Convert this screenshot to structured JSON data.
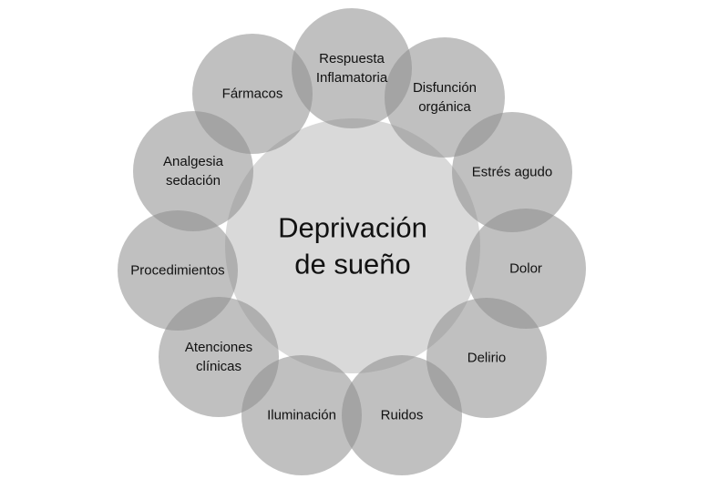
{
  "center": {
    "lines": [
      "Deprivación",
      "de sueño"
    ],
    "fill": "#d9d9d9"
  },
  "outer": {
    "fill": "#8c8c8c",
    "fill_opacity": 0.55,
    "items": [
      {
        "name": "respuesta-inflamatoria",
        "lines": [
          "Respuesta",
          "Inflamatoria"
        ]
      },
      {
        "name": "disfuncion-organica",
        "lines": [
          "Disfunción",
          "orgánica"
        ]
      },
      {
        "name": "estres-agudo",
        "lines": [
          "Estrés agudo"
        ]
      },
      {
        "name": "dolor",
        "lines": [
          "Dolor"
        ]
      },
      {
        "name": "delirio",
        "lines": [
          "Delirio"
        ]
      },
      {
        "name": "ruidos",
        "lines": [
          "Ruidos"
        ]
      },
      {
        "name": "iluminacion",
        "lines": [
          "Iluminación"
        ]
      },
      {
        "name": "atenciones-clinicas",
        "lines": [
          "Atenciones",
          "clínicas"
        ]
      },
      {
        "name": "procedimientos",
        "lines": [
          "Procedimientos"
        ]
      },
      {
        "name": "analgesia-sedacion",
        "lines": [
          "Analgesia",
          "sedación"
        ]
      },
      {
        "name": "farmacos",
        "lines": [
          "Fármacos"
        ]
      }
    ]
  }
}
